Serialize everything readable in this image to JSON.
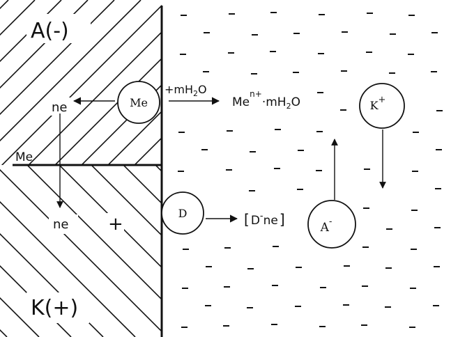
{
  "labels": {
    "anode": "A(-)",
    "cathode": "K(+)",
    "metal_boundary": "Me",
    "electron_top": "ne",
    "electron_bottom": "ne",
    "plus": "+",
    "water_added": "+mH",
    "water_added_sub": "2",
    "water_added_tail": "O"
  },
  "particles": {
    "metal": "Me",
    "depolarizer": "D",
    "anion": "A",
    "anion_charge": "-",
    "cation": "K",
    "cation_charge": "+"
  },
  "products": {
    "hydrated_ion_base": "Me",
    "hydrated_ion_sup": "n+",
    "hydrated_ion_tail": "·mH",
    "hydrated_ion_sub": "2",
    "hydrated_ion_end": "O",
    "reduced_bracket_open": "[",
    "reduced_species": "D",
    "reduced_sup": "-",
    "reduced_electrons": "ne",
    "reduced_bracket_close": "]"
  },
  "colors": {
    "ink": "#111111",
    "background": "#ffffff"
  }
}
